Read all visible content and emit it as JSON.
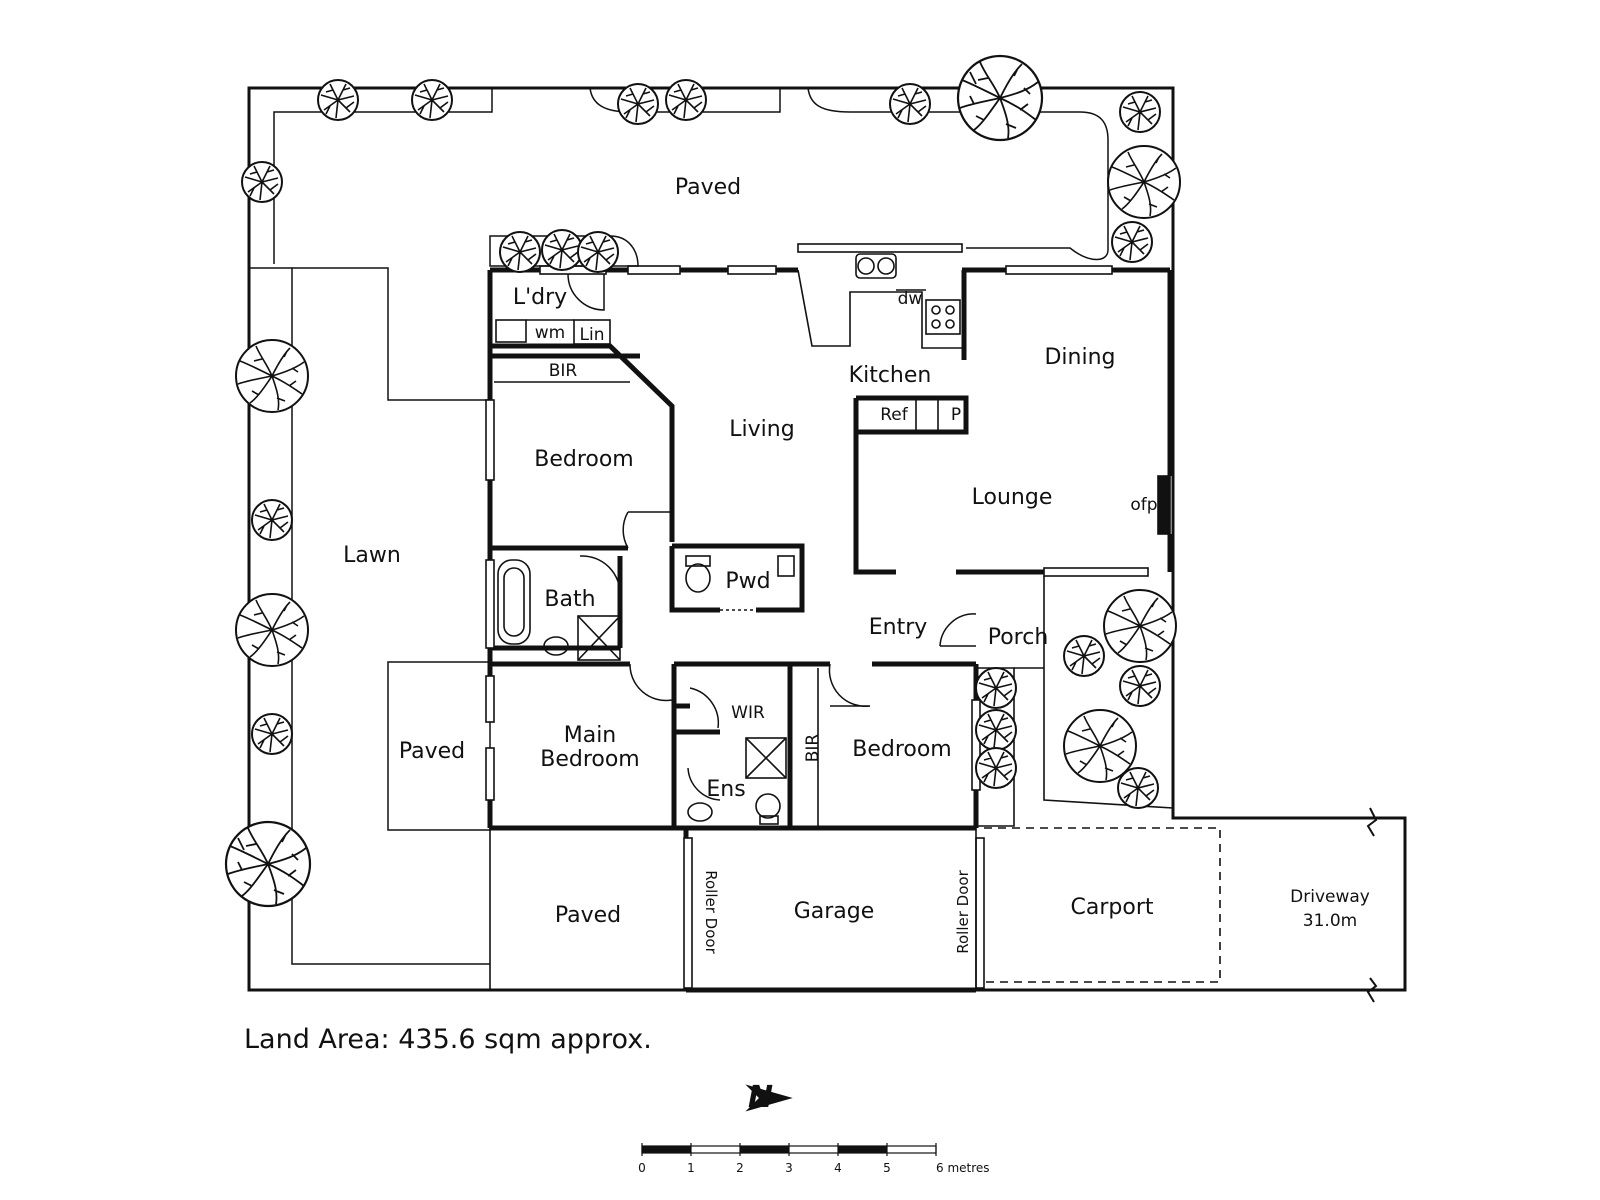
{
  "rooms": {
    "paved_top": "Paved",
    "laundry": "L'dry",
    "wm": "wm",
    "lin": "Lin",
    "bir_top": "BIR",
    "dw": "dw",
    "kitchen": "Kitchen",
    "dining": "Dining",
    "ref": "Ref",
    "pantry": "P",
    "living": "Living",
    "bedroom_1": "Bedroom",
    "lounge": "Lounge",
    "ofp": "ofp",
    "lawn": "Lawn",
    "bath": "Bath",
    "pwd": "Pwd",
    "entry": "Entry",
    "porch": "Porch",
    "wir": "WIR",
    "main_bedroom": "Main\nBedroom",
    "main_bedroom_line1": "Main",
    "main_bedroom_line2": "Bedroom",
    "bir_side": "BIR",
    "bedroom_2": "Bedroom",
    "ens": "Ens",
    "paved_left": "Paved",
    "paved_bottom": "Paved",
    "roller_door_1": "Roller Door",
    "garage": "Garage",
    "roller_door_2": "Roller Door",
    "carport": "Carport",
    "driveway_line1": "Driveway",
    "driveway_line2": "31.0m"
  },
  "land_area": "Land Area: 435.6 sqm approx.",
  "north": {
    "arrow_icon": "north-arrow-icon",
    "label": "N"
  },
  "scale": {
    "ticks": [
      "0",
      "1",
      "2",
      "3",
      "4",
      "5",
      "6 metres"
    ]
  }
}
